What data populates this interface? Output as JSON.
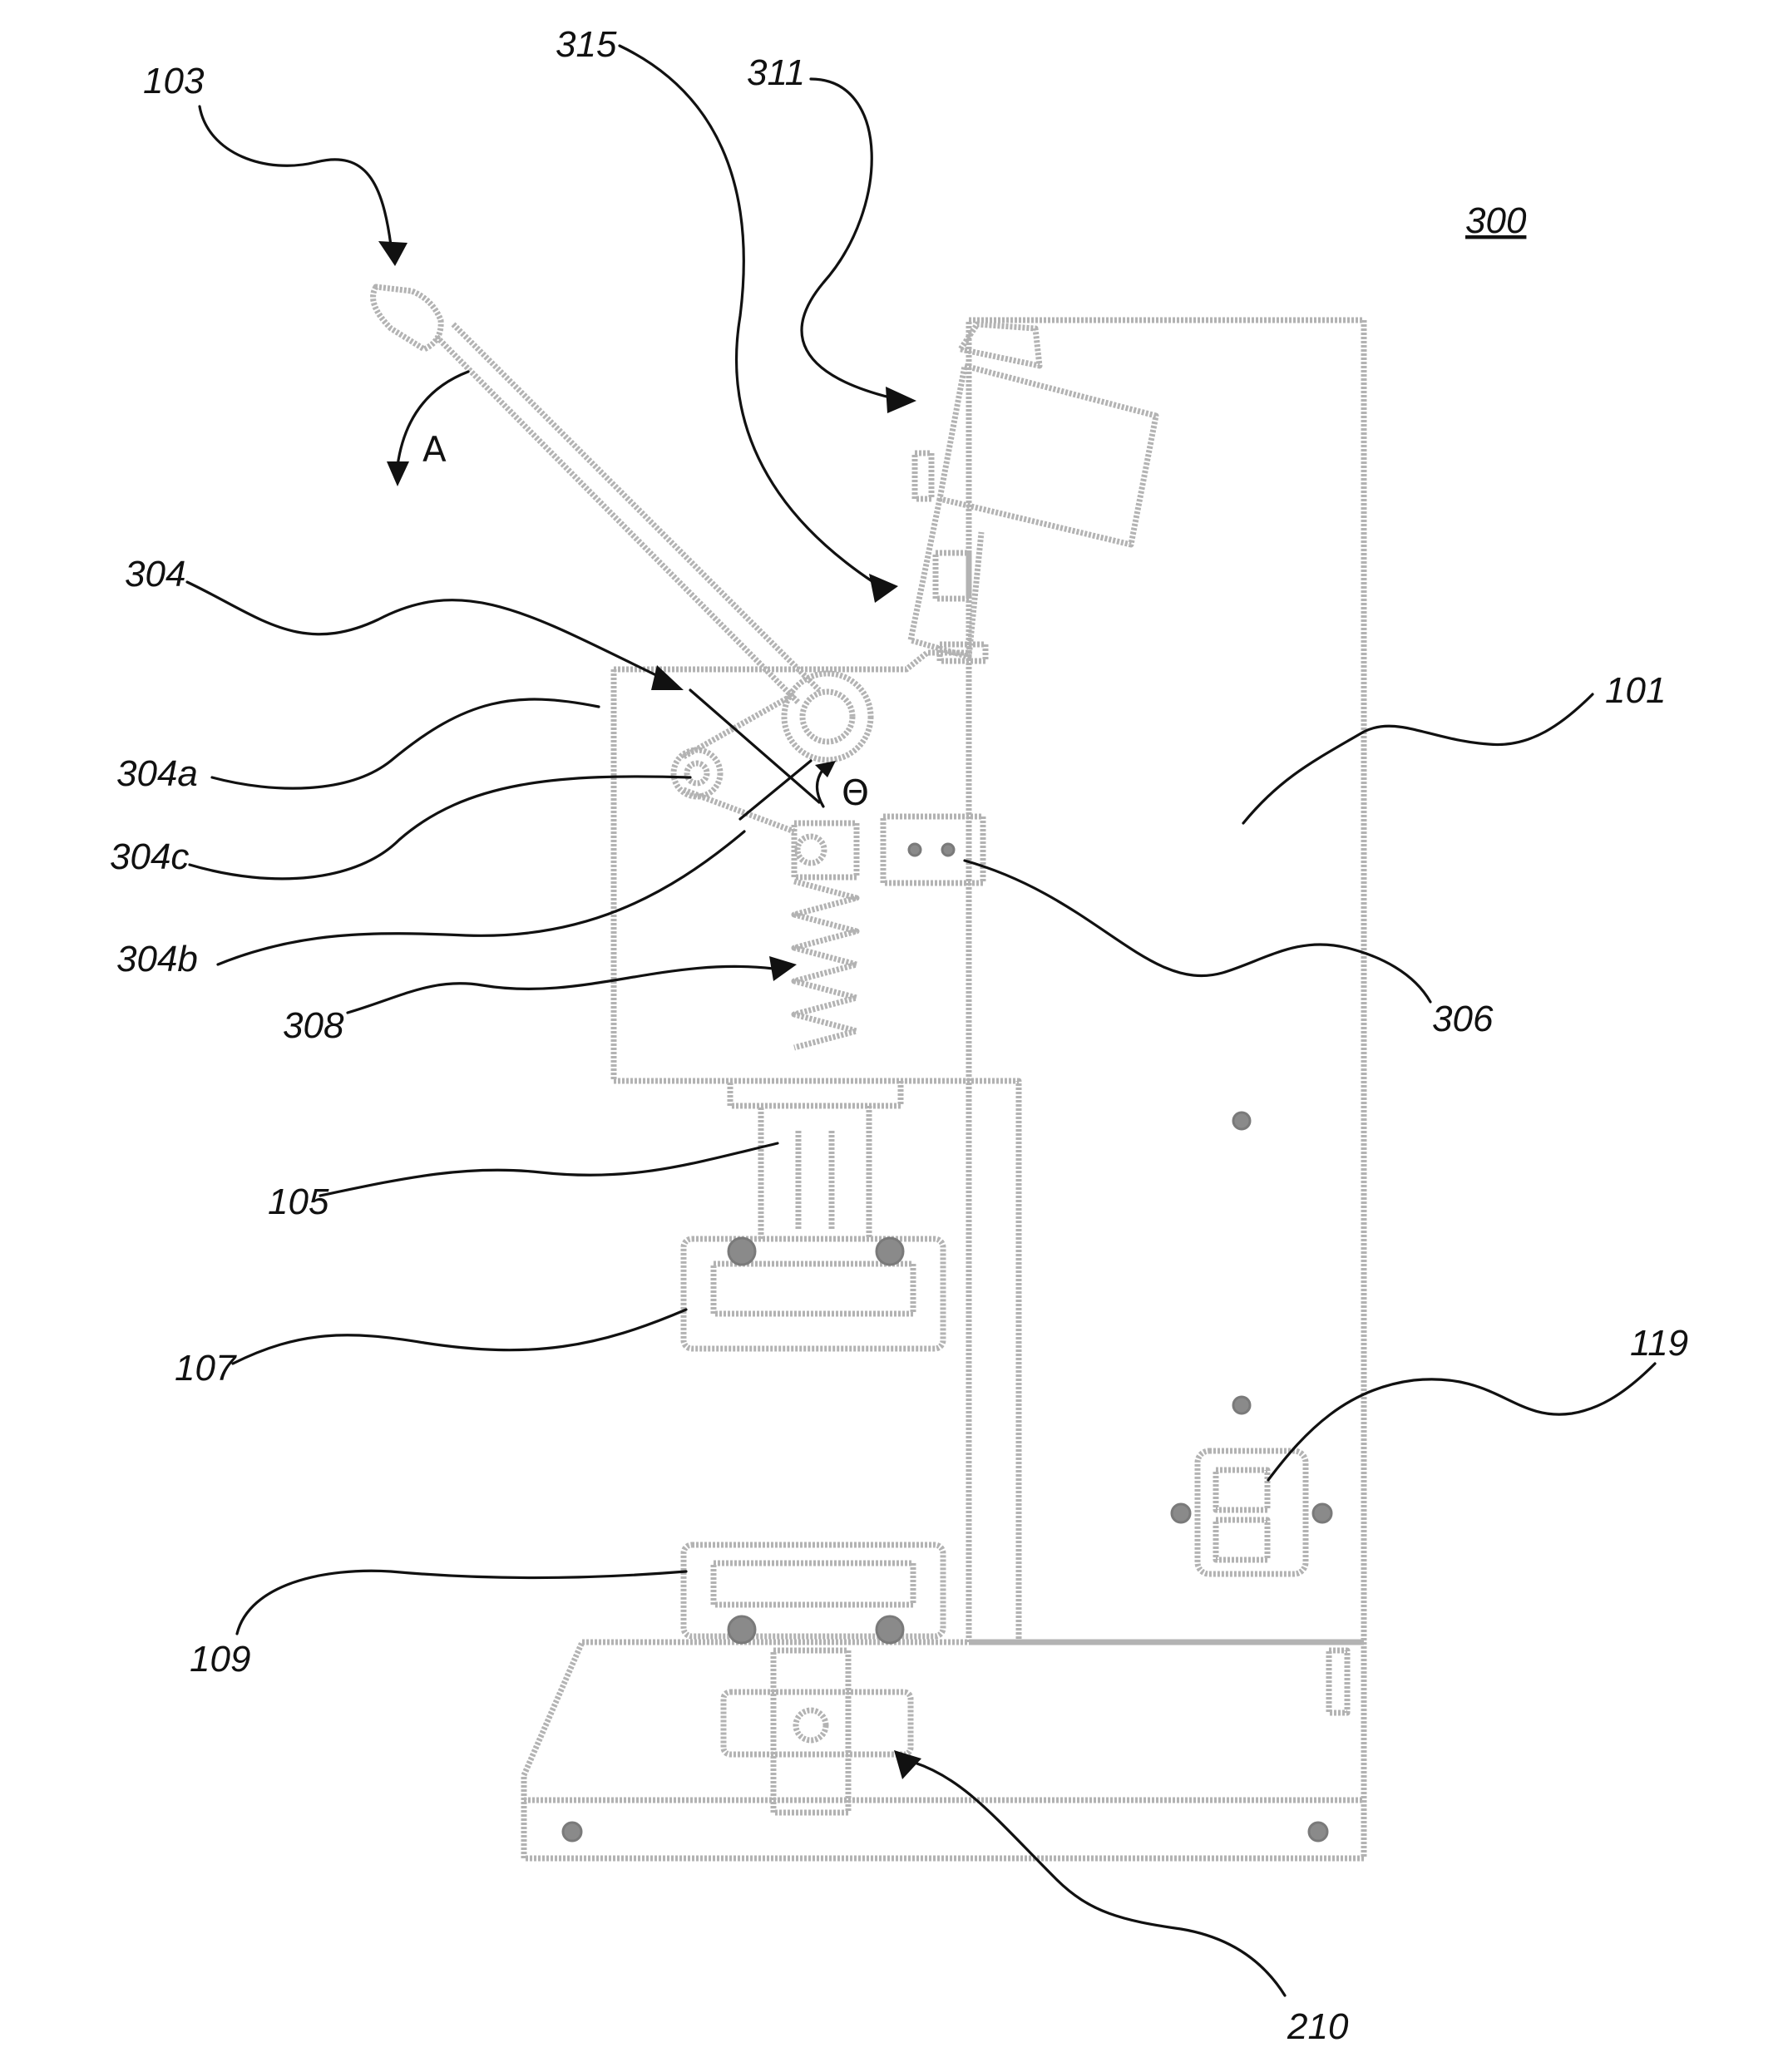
{
  "figure_ref": "300",
  "labels": {
    "l103": "103",
    "l315": "315",
    "l311": "311",
    "l304": "304",
    "l304a": "304a",
    "l304c": "304c",
    "l304b": "304b",
    "l308": "308",
    "l105": "105",
    "l107": "107",
    "l109": "109",
    "l101": "101",
    "l306": "306",
    "l119": "119",
    "l210": "210"
  },
  "symbols": {
    "rotation_arrow": "A",
    "angle": "Θ"
  }
}
